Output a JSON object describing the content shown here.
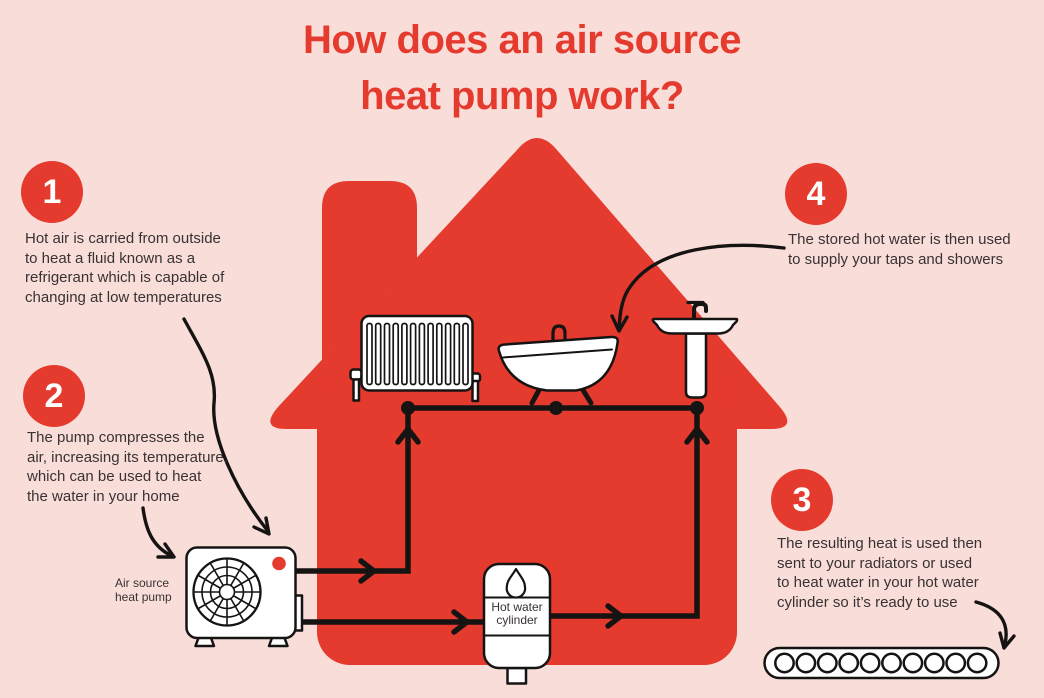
{
  "title": {
    "text": "How does an air source\nheat pump work?"
  },
  "steps": [
    {
      "number": "1",
      "text": "Hot air is carried from outside\nto heat a fluid known as a\nrefrigerant which is capable of\nchanging at low temperatures"
    },
    {
      "number": "2",
      "text": "The pump compresses the\nair, increasing its temperature,\nwhich can be used to heat\nthe water in your home"
    },
    {
      "number": "3",
      "text": "The resulting heat is used then\nsent to your radiators or used\nto heat water in your hot water\ncylinder so it’s ready to use"
    },
    {
      "number": "4",
      "text": "The stored hot water is then used\nto supply your taps and showers"
    }
  ],
  "labels": {
    "heat_pump": "Air source\nheat pump",
    "cylinder": "Hot water\ncylinder"
  },
  "icons": {
    "house-icon": "red house silhouette with chimney",
    "radiator-icon": "wall radiator with vertical fins",
    "bathtub-icon": "clawfoot bathtub with faucet",
    "sink-icon": "pedestal sink with tap",
    "air-source-heat-pump-icon": "outdoor fan unit with red indicator dot",
    "hot-water-cylinder-icon": "tank with water drop symbol",
    "water-drop-icon": "droplet outline",
    "fan-icon": "circular fan grille",
    "floor-radiator-icon": "horizontal pill radiator with ten circles",
    "flow-arrow-icon": "black pipe with arrowheads and junction dots"
  },
  "colors": {
    "background": "#F9DDD9",
    "red": "#E53A2E",
    "line": "#161313",
    "text": "#383233",
    "white": "#FFFFFF"
  }
}
